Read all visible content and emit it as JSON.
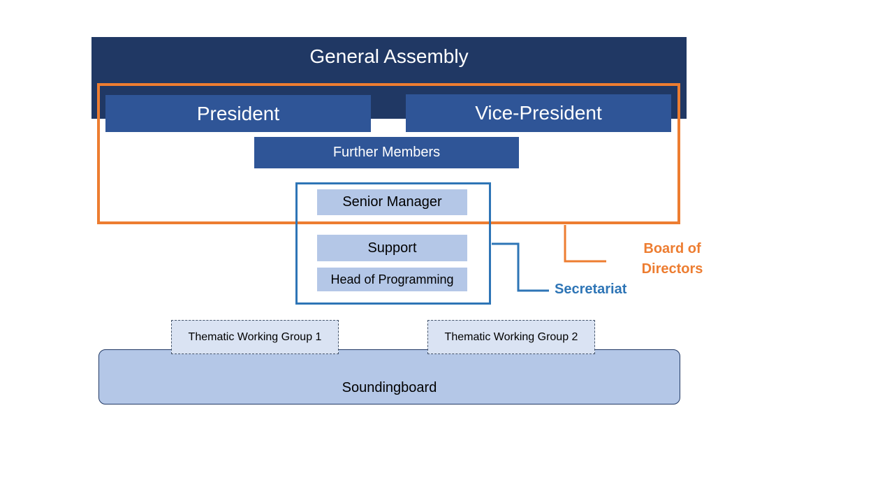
{
  "diagram": {
    "general_assembly": "General Assembly",
    "president": "President",
    "vice_president": "Vice-President",
    "further_members": "Further Members",
    "senior_manager": "Senior Manager",
    "support": "Support",
    "head_of_programming": "Head of Programming",
    "board_label_line1": "Board of",
    "board_label_line2": "Directors",
    "secretariat_label": "Secretariat",
    "thematic_group_1": "Thematic Working Group 1",
    "thematic_group_2": "Thematic Working Group 2",
    "soundingboard": "Soundingboard"
  },
  "colors": {
    "assembly": "#203864",
    "board_member": "#2f5597",
    "board_frame": "#ed7d31",
    "secretariat_frame": "#2e75b6",
    "light_box": "#b4c7e7",
    "thematic_group": "#dae3f3"
  }
}
